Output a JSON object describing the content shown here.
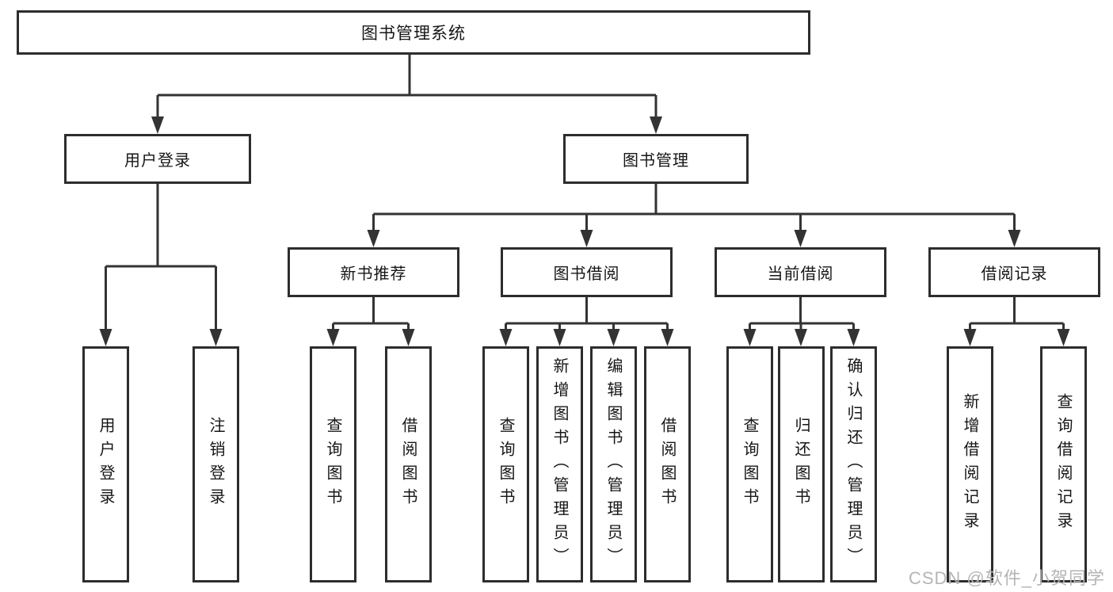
{
  "tree": {
    "root": {
      "label": "图书管理系统"
    },
    "branches": [
      {
        "label": "用户登录",
        "children": [
          {
            "label": "用户登录"
          },
          {
            "label": "注销登录"
          }
        ]
      },
      {
        "label": "图书管理",
        "children": [
          {
            "label": "新书推荐",
            "children": [
              {
                "label": "查询图书"
              },
              {
                "label": "借阅图书"
              }
            ]
          },
          {
            "label": "图书借阅",
            "children": [
              {
                "label": "查询图书"
              },
              {
                "label": "新增图书（管理员）"
              },
              {
                "label": "编辑图书（管理员）"
              },
              {
                "label": "借阅图书"
              }
            ]
          },
          {
            "label": "当前借阅",
            "children": [
              {
                "label": "查询图书"
              },
              {
                "label": "归还图书"
              },
              {
                "label": "确认归还（管理员）"
              }
            ]
          },
          {
            "label": "借阅记录",
            "children": [
              {
                "label": "新增借阅记录"
              },
              {
                "label": "查询借阅记录"
              }
            ]
          }
        ]
      }
    ]
  },
  "watermark": "CSDN @软件_小贺同学",
  "colors": {
    "line": "#333333",
    "box_border": "#2d2d2d",
    "text": "#161616",
    "background": "#ffffff",
    "watermark": "#b5b5b5"
  }
}
